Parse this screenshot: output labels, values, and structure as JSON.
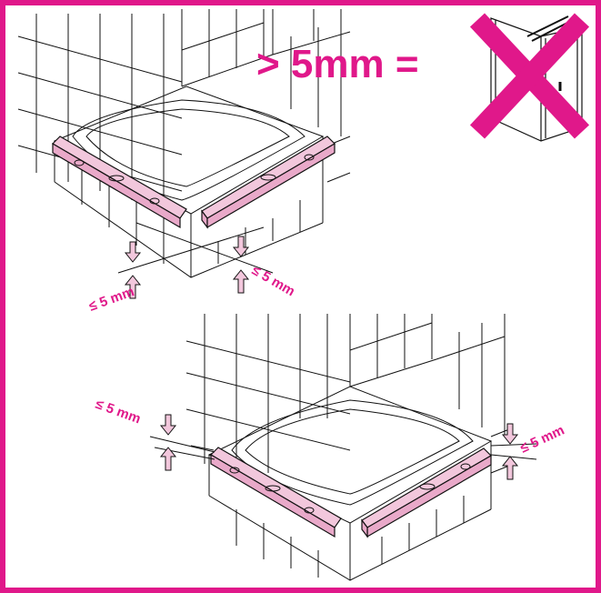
{
  "diagram": {
    "warning_text": "> 5mm =",
    "tolerance_labels": [
      "≤ 5 mm",
      "≤ 5 mm",
      "≤ 5 mm",
      "≤ 5 mm"
    ],
    "colors": {
      "accent": "#e0188a",
      "level_fill": "#f2c7dc",
      "arrow_fill": "#f2c7dc",
      "line": "#111111"
    },
    "icons": [
      "shower-enclosure-icon",
      "cross-mark-icon",
      "spirit-level-icon",
      "arrow-down-icon",
      "arrow-up-icon"
    ]
  }
}
